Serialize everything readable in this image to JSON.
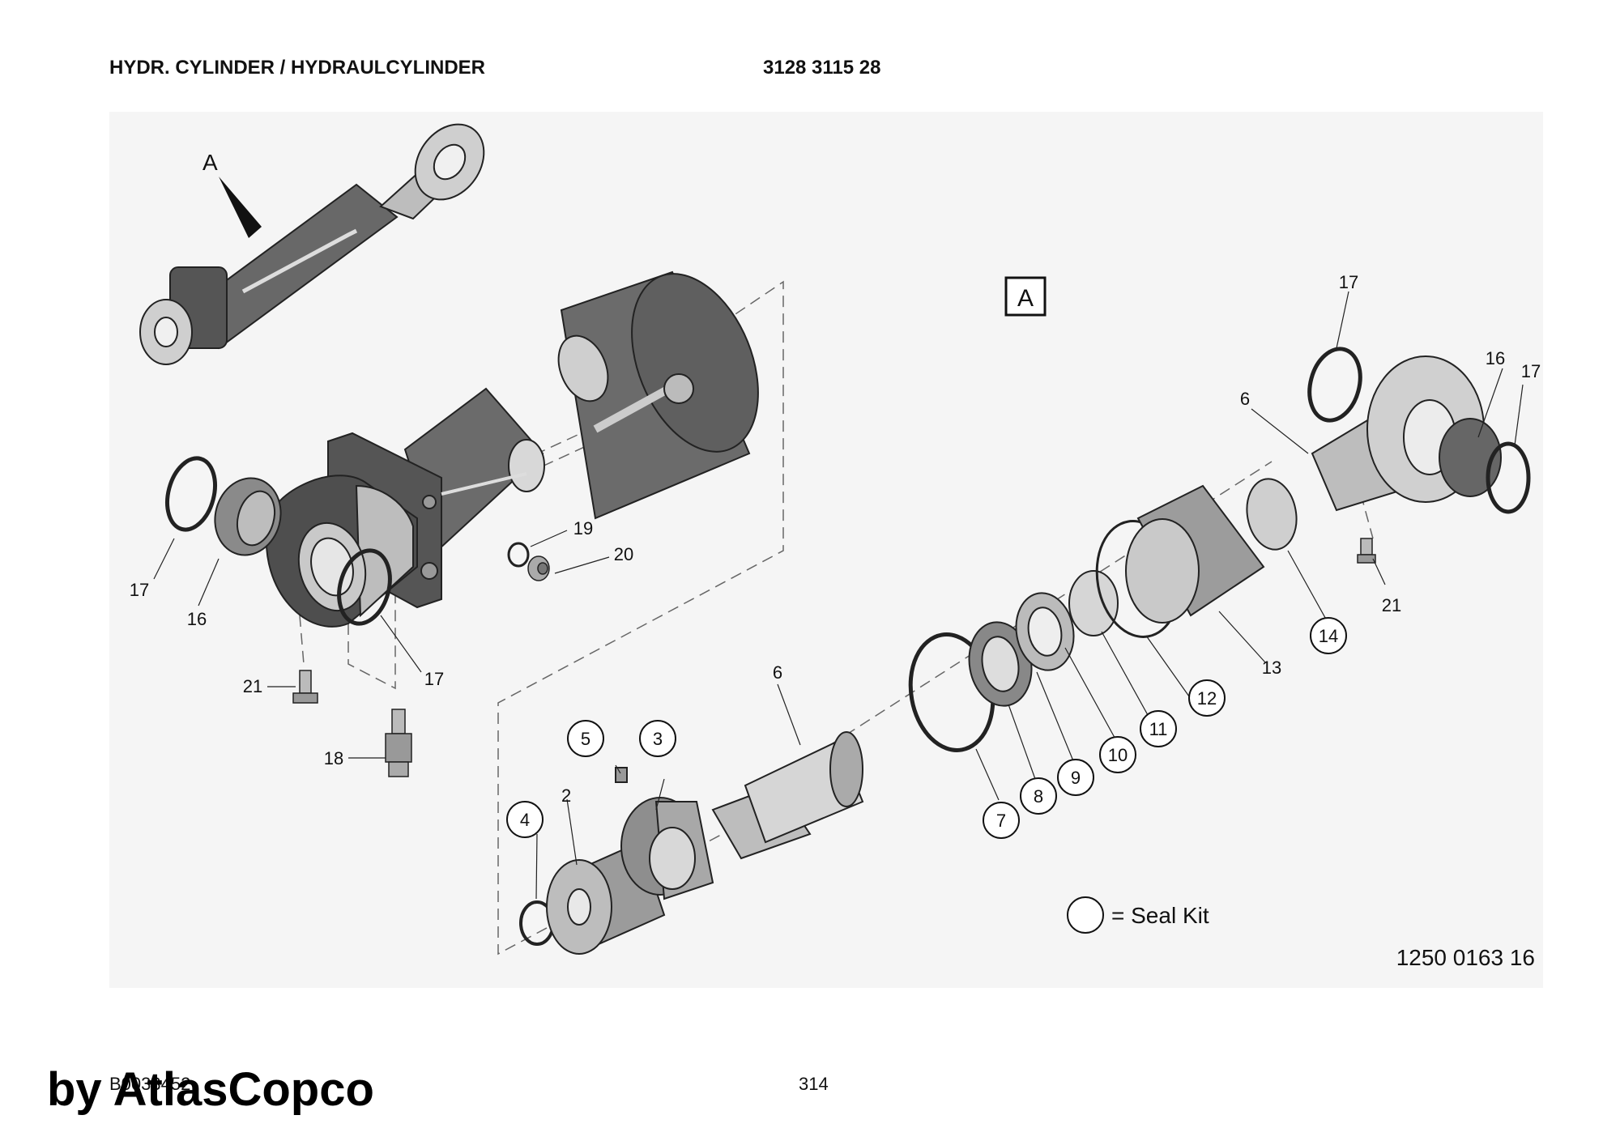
{
  "header": {
    "title": "HYDR. CYLINDER / HYDRAULCYLINDER",
    "part_number": "3128 3115 28"
  },
  "diagram": {
    "view_letter": "A",
    "arrow_letter": "A",
    "legend_text": "= Seal Kit",
    "drawing_number": "1250 0163 16",
    "labels": {
      "l2": "2",
      "l3": "3",
      "l4": "4",
      "l5": "5",
      "l6a": "6",
      "l6b": "6",
      "l7": "7",
      "l8": "8",
      "l9": "9",
      "l10": "10",
      "l11": "11",
      "l12": "12",
      "l13": "13",
      "l14": "14",
      "l16a": "16",
      "l16b": "16",
      "l17a": "17",
      "l17b": "17",
      "l17c": "17",
      "l17d": "17",
      "l18": "18",
      "l19": "19",
      "l20": "20",
      "l21a": "21",
      "l21b": "21"
    }
  },
  "footer": {
    "code": "B0033452",
    "page": "314",
    "watermark": "by AtlasCopco"
  }
}
